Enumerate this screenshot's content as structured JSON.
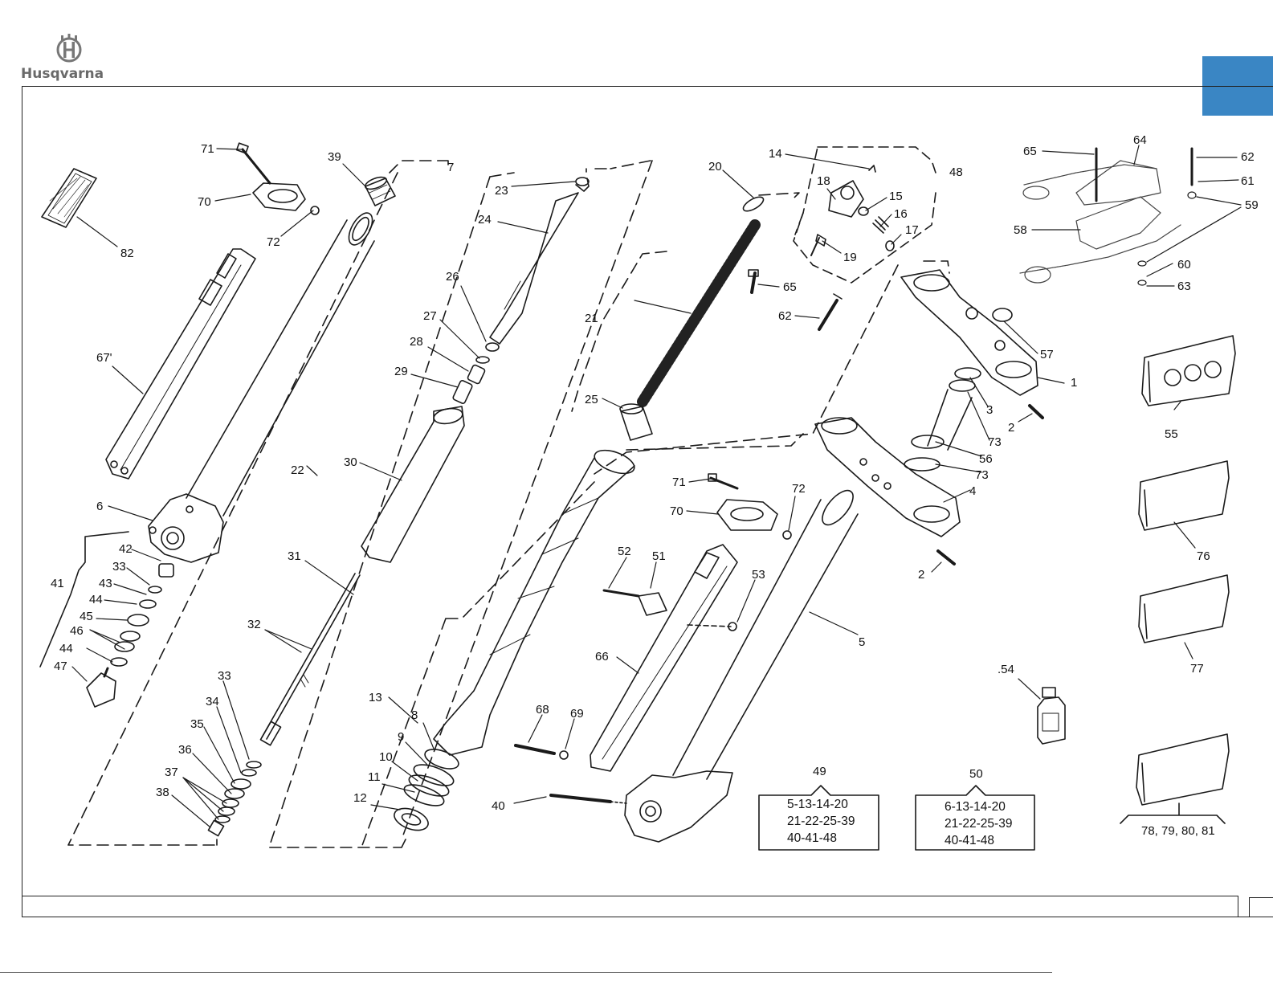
{
  "brand": {
    "name": "Husqvarna",
    "logo_icon": "husqvarna-crown-h-logo"
  },
  "colors": {
    "accent_tab": "#3a86c4",
    "line": "#1a1a1a"
  },
  "part_numbers": {
    "p71a": "71",
    "p39": "39",
    "p7": "7",
    "p70a": "70",
    "p72a": "72",
    "p82": "82",
    "p23": "23",
    "p24": "24",
    "p26": "26",
    "p27": "27",
    "p28": "28",
    "p29": "29",
    "p20": "20",
    "p14": "14",
    "p48": "48",
    "p18": "18",
    "p15": "15",
    "p16": "16",
    "p17": "17",
    "p19": "19",
    "p65a": "65",
    "p62a": "62",
    "p21": "21",
    "p25": "25",
    "p65b": "65",
    "p64": "64",
    "p62b": "62",
    "p61": "61",
    "p59": "59",
    "p58": "58",
    "p60": "60",
    "p63": "63",
    "p57": "57",
    "p1": "1",
    "p3": "3",
    "p2a": "2",
    "p73a": "73",
    "p56": "56",
    "p73b": "73",
    "p4": "4",
    "p2b": "2",
    "p55": "55",
    "p76": "76",
    "p77": "77",
    "p67": "67'",
    "p6": "6",
    "p22": "22",
    "p30": "30",
    "p31": "31",
    "p32": "32",
    "p41": "41",
    "p42": "42",
    "p33a": "33",
    "p43": "43",
    "p44a": "44",
    "p45": "45",
    "p46": "46",
    "p44b": "44",
    "p47": "47",
    "p33b": "33",
    "p34": "34",
    "p35": "35",
    "p36": "36",
    "p37": "37",
    "p38": "38",
    "p13": "13",
    "p8": "8",
    "p9": "9",
    "p10": "10",
    "p11": "11",
    "p12": "12",
    "p71b": "71",
    "p70b": "70",
    "p72b": "72",
    "p52": "52",
    "p51": "51",
    "p53": "53",
    "p5": "5",
    "p66": "66",
    "p68": "68",
    "p69": "69",
    "p40": "40",
    "p54": ".54"
  },
  "kits": [
    {
      "number": "49",
      "lines": [
        "5-13-14-20",
        "21-22-25-39",
        "40-41-48"
      ]
    },
    {
      "number": "50",
      "lines": [
        "6-13-14-20",
        "21-22-25-39",
        "40-41-48"
      ]
    }
  ],
  "kit_bottom_label": "78, 79, 80, 81"
}
